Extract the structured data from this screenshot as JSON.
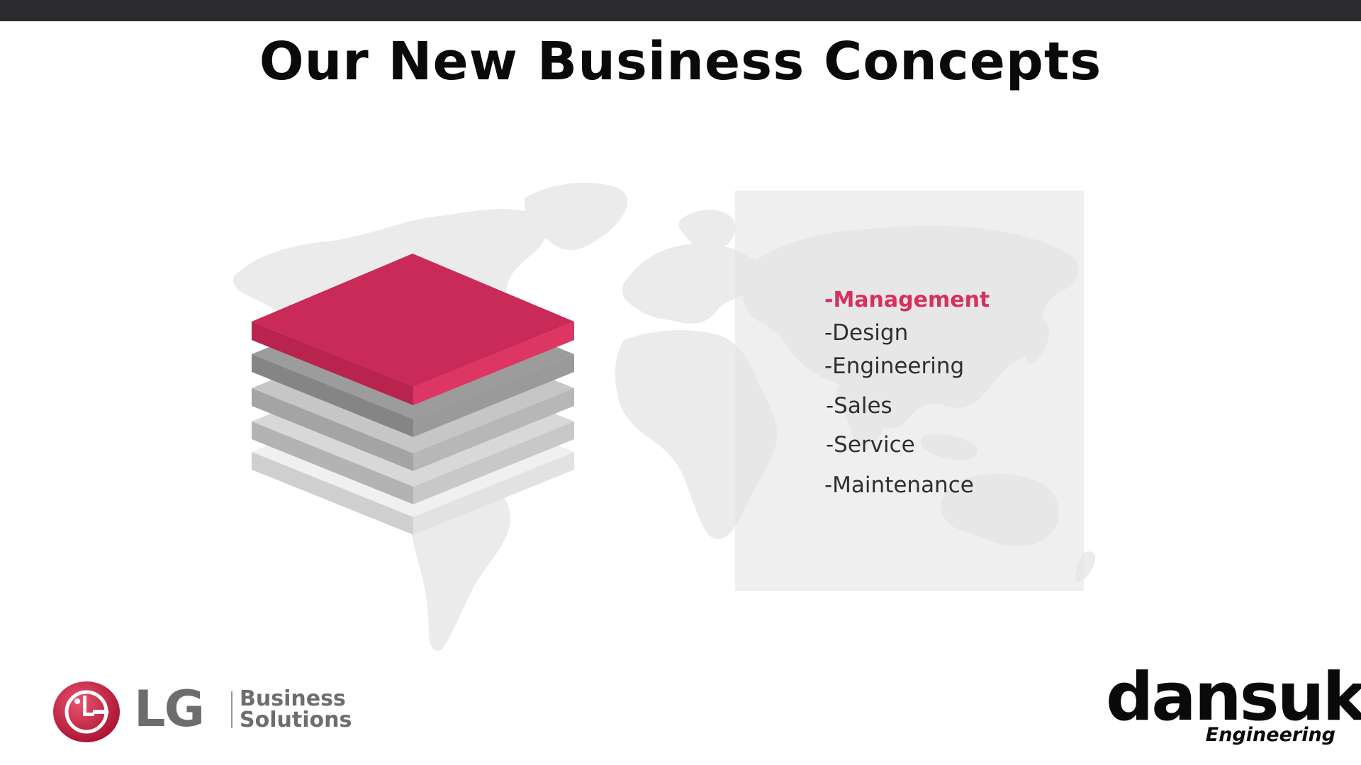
{
  "slide": {
    "title": "Our New Business Concepts"
  },
  "concepts": {
    "items": [
      {
        "label": "-Management",
        "active": true
      },
      {
        "label": "-Design",
        "active": false
      },
      {
        "label": "-Engineering",
        "active": false
      },
      {
        "label": "-Sales",
        "active": false
      },
      {
        "label": "-Service",
        "active": false
      },
      {
        "label": "-Maintenance",
        "active": false
      }
    ]
  },
  "logos": {
    "lg": {
      "mark": "LG",
      "line1": "Business",
      "line2": "Solutions"
    },
    "dansuk": {
      "name": "dansuk",
      "sub": "Engineering"
    }
  },
  "colors": {
    "accent": "#d6305e",
    "layer_top": "#c92a57",
    "text": "#2f2f2f",
    "topbar": "#2b2b30"
  },
  "icons": [
    "world-map-graphic",
    "layer-stack-graphic",
    "lg-face-icon"
  ]
}
